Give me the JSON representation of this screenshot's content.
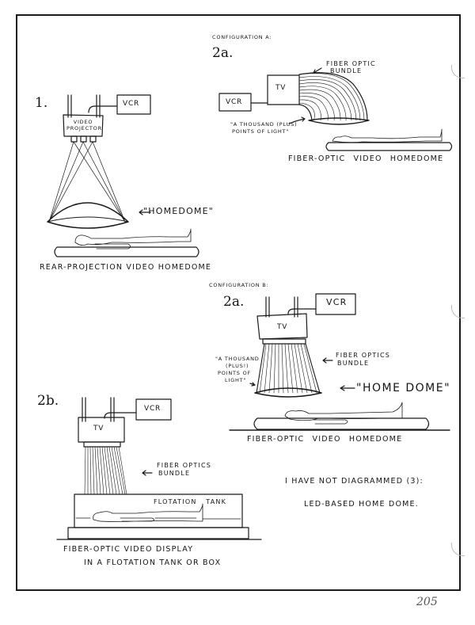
{
  "configuration_a": {
    "heading": "Configuration A:",
    "number": "2a.",
    "bundle_label": [
      "Fiber optic",
      "bundle"
    ],
    "tv_label": "TV",
    "vcr_label": "VCR",
    "points_label": [
      "\"A Thousand (plus)",
      "points of light\""
    ],
    "caption": "Fiber-optic   Video   Homedome"
  },
  "diagram_1": {
    "number": "1.",
    "vcr_label": "VCR",
    "projector_label": [
      "Video",
      "Projector"
    ],
    "dome_label": "\"Homedome\"",
    "caption": "Rear-projection video homedome"
  },
  "configuration_b": {
    "heading": "Configuration B:",
    "number": "2a.",
    "vcr_label": "VCR",
    "tv_label": "TV",
    "points_label": [
      "\"A Thousand",
      "(plus!)",
      "points of",
      "light\""
    ],
    "bundle_label": [
      "Fiber optics",
      "bundle"
    ],
    "dome_label": "\"Home Dome\"",
    "caption": "Fiber-optic   Video   Homedome"
  },
  "diagram_2b": {
    "number": "2b.",
    "vcr_label": "VCR",
    "tv_label": "TV",
    "bundle_label": [
      "Fiber optics",
      "bundle"
    ],
    "tank_label": "Flotation   Tank",
    "caption": [
      "Fiber-optic video  display",
      "in  a  flotation tank or box"
    ]
  },
  "note": {
    "line1": "I have not diagrammed (3):",
    "line2": "LED-based home dome."
  },
  "page_number": "205"
}
